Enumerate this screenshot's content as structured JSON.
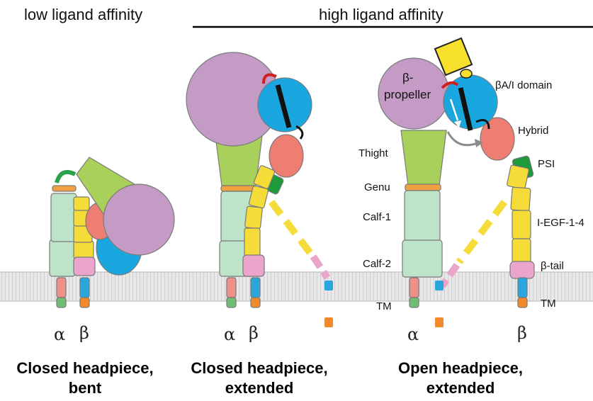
{
  "headers": {
    "low": "low ligand affinity",
    "high": "high ligand affinity"
  },
  "captions": {
    "bent_line1": "Closed headpiece,",
    "bent_line2": "bent",
    "closed_ext_line1": "Closed headpiece,",
    "closed_ext_line2": "extended",
    "open_line1": "Open headpiece,",
    "open_line2": "extended"
  },
  "subunits": {
    "alpha": "α",
    "beta": "β"
  },
  "domain_labels": {
    "beta_propeller_1": "β-",
    "beta_propeller_2": "propeller",
    "beta_a_i": "βA/I domain",
    "hybrid": "Hybrid",
    "psi": "PSI",
    "thight": "Thight",
    "genu": "Genu",
    "calf1": "Calf-1",
    "calf2": "Calf-2",
    "iegf": "I-EGF-1-4",
    "beta_tail": "β-tail",
    "tm_left": "TM",
    "tm_right": "TM"
  },
  "colors": {
    "propeller": "#c39bc5",
    "alpha_leg": "#bde3c8",
    "thigh": "#a8d05a",
    "genu": "#f0a040",
    "beta_a": "#1aa7e0",
    "hybrid": "#ee7d72",
    "psi": "#1e9a3c",
    "iegf": "#f5dc38",
    "beta_tail": "#eba4cc",
    "tm_alpha": "#f08f8a",
    "tm_beta": "#2aa6dc",
    "cyt_alpha": "#6fbf73",
    "cyt_beta": "#f08a2a",
    "ligand": "#f7e12d",
    "membrane": "#d9d9d9"
  }
}
